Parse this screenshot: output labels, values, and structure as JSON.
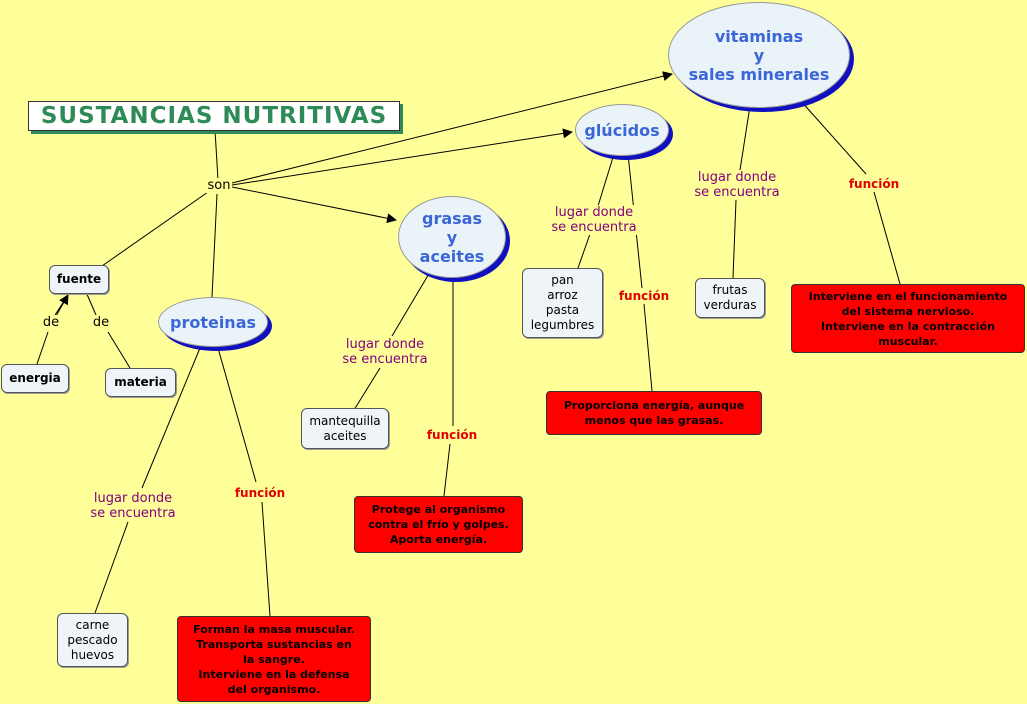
{
  "title": "SUSTANCIAS  NUTRITIVAS",
  "link_son": "son",
  "concepts": {
    "vitaminas": "vitaminas\ny\nsales minerales",
    "glucidos": "glúcidos",
    "grasas": "grasas\ny\naceites",
    "proteinas": "proteinas",
    "fuente": "fuente",
    "energia": "energia",
    "materia": "materia"
  },
  "links": {
    "de_left": "de",
    "de_right": "de",
    "lugar_proteinas": "lugar donde\nse encuentra",
    "funcion_proteinas": "función",
    "lugar_grasas": "lugar donde\nse encuentra",
    "funcion_grasas": "función",
    "lugar_glucidos": "lugar donde\nse encuentra",
    "funcion_glucidos": "función",
    "lugar_vitaminas": "lugar donde\nse encuentra",
    "funcion_vitaminas": "función"
  },
  "sources": {
    "proteinas": "carne\npescado\nhuevos",
    "grasas": "mantequilla\naceites",
    "glucidos": "pan\narroz\npasta\nlegumbres",
    "vitaminas": "frutas\nverduras"
  },
  "functions": {
    "proteinas": "Forman la masa muscular.\nTransporta sustancias en\nla sangre.\nInterviene en la defensa\ndel organismo.",
    "grasas": "Protege al organismo\ncontra el frío y golpes.\nAporta energía.",
    "glucidos": "Proporciona energía, aunque\nmenos que las grasas.",
    "vitaminas": "Interviene en el funcionamiento\ndel sistema nervioso.\nInterviene en la contracción\nmuscular."
  },
  "colors": {
    "background": "#ffff99",
    "title_text": "#2e8b57",
    "concept_text": "#3a66d8",
    "concept_shadow": "#1010c0",
    "link_purple": "#800080",
    "function_red": "#ff0000"
  }
}
